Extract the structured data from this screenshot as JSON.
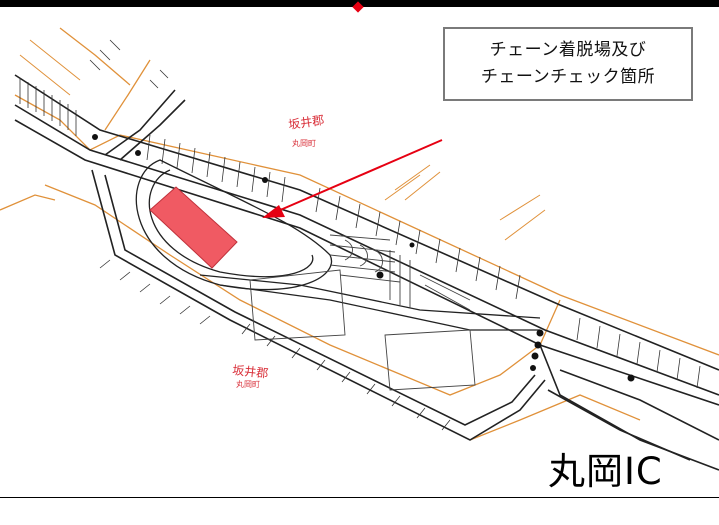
{
  "callout": {
    "line1": "チェーン着脱場及び",
    "line2": "チェーンチェック箇所"
  },
  "map_labels": {
    "district_upper": "坂井郡",
    "town_upper": "丸岡町",
    "district_lower": "坂井郡",
    "town_lower": "丸岡町"
  },
  "interchange_name": "丸岡IC",
  "colors": {
    "highlight": "#f05a63",
    "arrow": "#e60012",
    "road": "#222222",
    "boundary": "#e0913a"
  }
}
